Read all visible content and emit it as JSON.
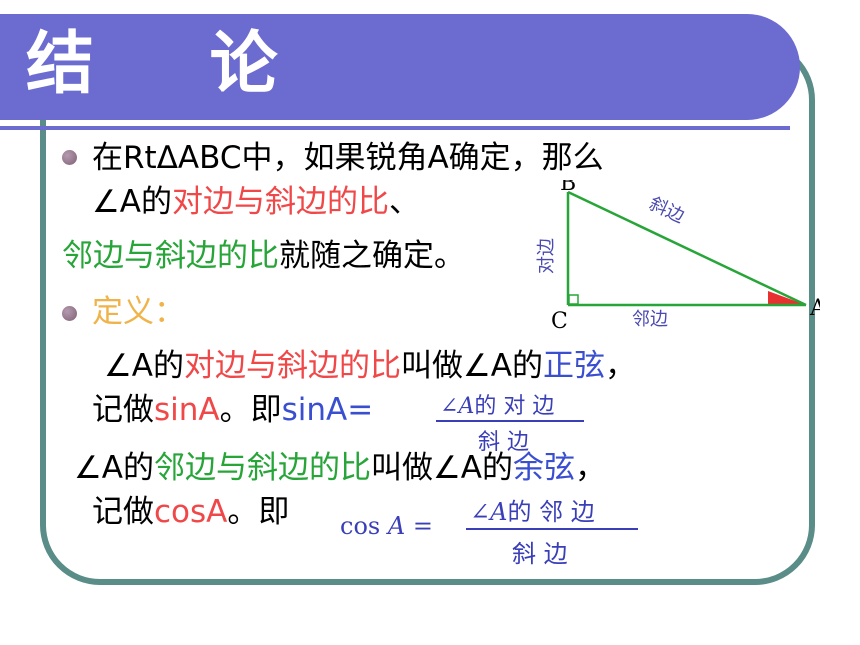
{
  "title": "结 论",
  "line1": "在RtΔABC中，如果锐角A确定，那么",
  "line2": {
    "a": "∠A的",
    "b": "对边与斜边的比",
    "c": "、"
  },
  "line3": {
    "a": "邻边与斜边的比",
    "b": "就随之确定。"
  },
  "definition_label": "定义：",
  "sine": {
    "line_a": "∠A的",
    "line_b": "对边与斜边的比",
    "line_c": "叫做∠A的",
    "line_d": "正弦",
    "line_e": "，",
    "record_a": "记做",
    "record_b": "sinA",
    "record_c": "。即",
    "record_d": "sinA=",
    "num_a": "∠",
    "num_b": "A",
    "num_c": "的 对 边",
    "den": "斜 边"
  },
  "cosine": {
    "line_a": "∠A的",
    "line_b": "邻边与斜边的比",
    "line_c": "叫做∠A的",
    "line_d": "余弦",
    "line_e": "，",
    "record_a": "记做",
    "record_b": "cosA",
    "record_c": "。即",
    "lhs_a": "cos ",
    "lhs_b": "A",
    "lhs_c": " =",
    "num_a": "∠",
    "num_b": "A",
    "num_c": "的 邻 边",
    "den": "斜 边"
  },
  "triangle": {
    "vertex_b": "B",
    "vertex_c": "C",
    "vertex_a": "A",
    "hypotenuse": "斜边",
    "opposite": "对边",
    "adjacent": "邻边",
    "colors": {
      "lines": "#27a538",
      "label": "#4a4ab0",
      "angle": "#e83030"
    }
  }
}
